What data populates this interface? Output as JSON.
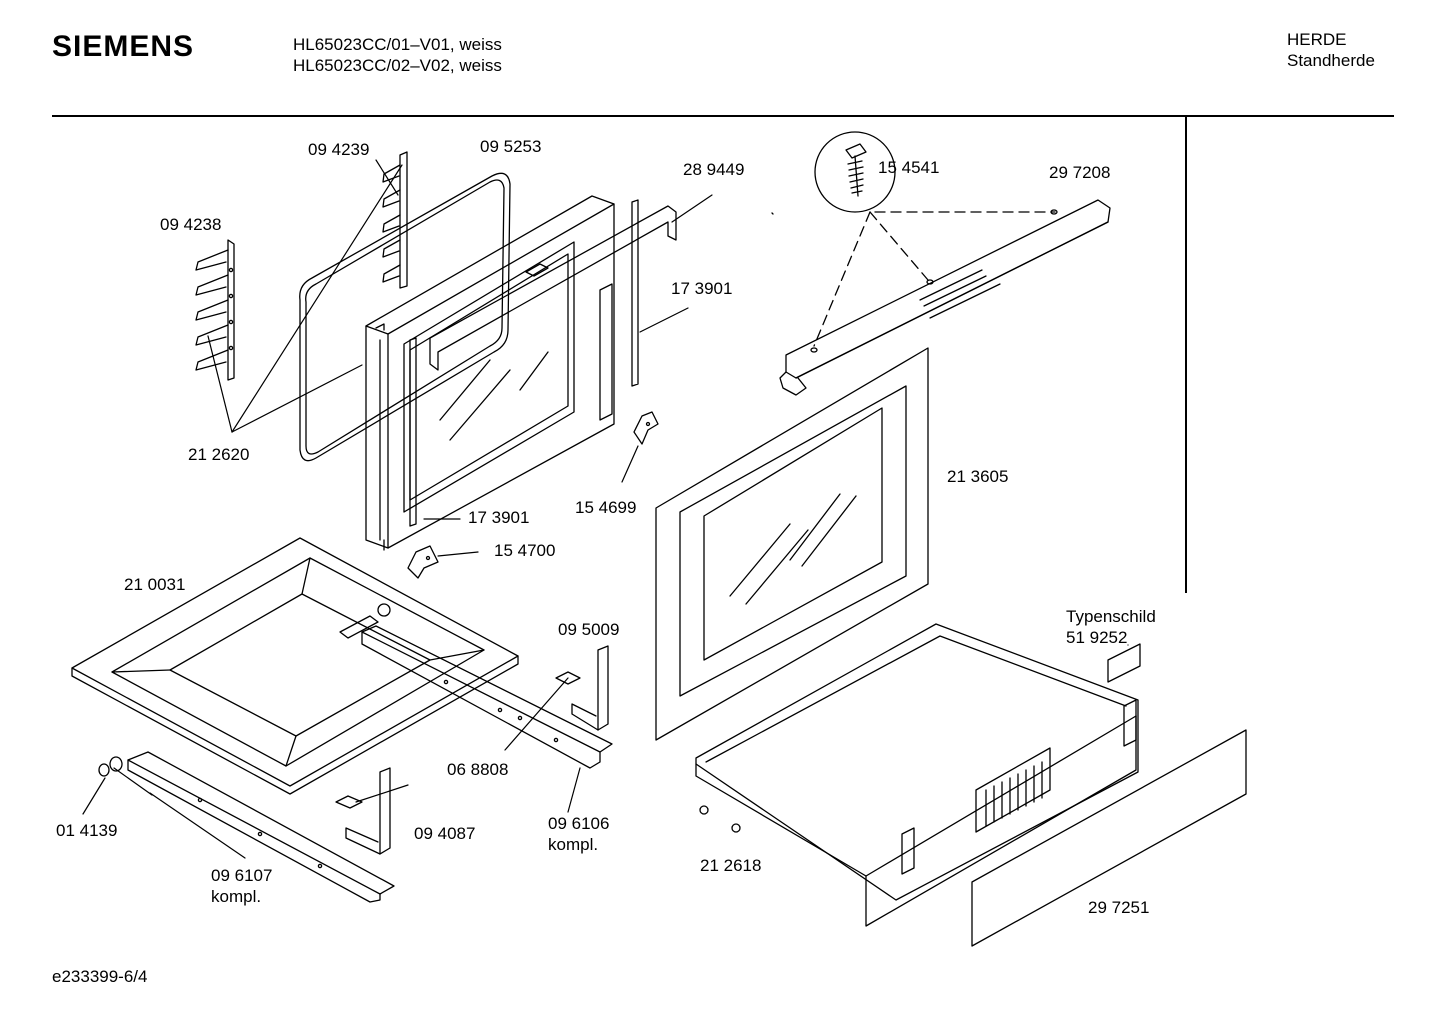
{
  "header": {
    "brand": "SIEMENS",
    "model_line_1": "HL65023CC/01–V01, weiss",
    "model_line_2": "HL65023CC/02–V02, weiss",
    "category_1": "HERDE",
    "category_2": "Standherde"
  },
  "parts": [
    {
      "id": "p-094239",
      "text": "09 4239"
    },
    {
      "id": "p-095253",
      "text": "09 5253"
    },
    {
      "id": "p-289449",
      "text": "28 9449"
    },
    {
      "id": "p-154541",
      "text": "15 4541"
    },
    {
      "id": "p-297208",
      "text": "29 7208"
    },
    {
      "id": "p-094238",
      "text": "09 4238"
    },
    {
      "id": "p-173901a",
      "text": "17 3901"
    },
    {
      "id": "p-212620",
      "text": "21 2620"
    },
    {
      "id": "p-213605",
      "text": "21 3605"
    },
    {
      "id": "p-173901b",
      "text": "17 3901"
    },
    {
      "id": "p-154699",
      "text": "15 4699"
    },
    {
      "id": "p-154700",
      "text": "15 4700"
    },
    {
      "id": "p-210031",
      "text": "21 0031"
    },
    {
      "id": "p-typenschild",
      "text": "Typenschild"
    },
    {
      "id": "p-519252",
      "text": "51 9252"
    },
    {
      "id": "p-095009",
      "text": "09 5009"
    },
    {
      "id": "p-068808",
      "text": "06 8808"
    },
    {
      "id": "p-014139",
      "text": "01 4139"
    },
    {
      "id": "p-094087",
      "text": "09 4087"
    },
    {
      "id": "p-096106",
      "text": "09 6106"
    },
    {
      "id": "p-096106-k",
      "text": "kompl."
    },
    {
      "id": "p-212618",
      "text": "21 2618"
    },
    {
      "id": "p-096107",
      "text": "09 6107"
    },
    {
      "id": "p-096107-k",
      "text": "kompl."
    },
    {
      "id": "p-297251",
      "text": "29 7251"
    }
  ],
  "footer": {
    "doc_id": "e233399-6/4"
  }
}
